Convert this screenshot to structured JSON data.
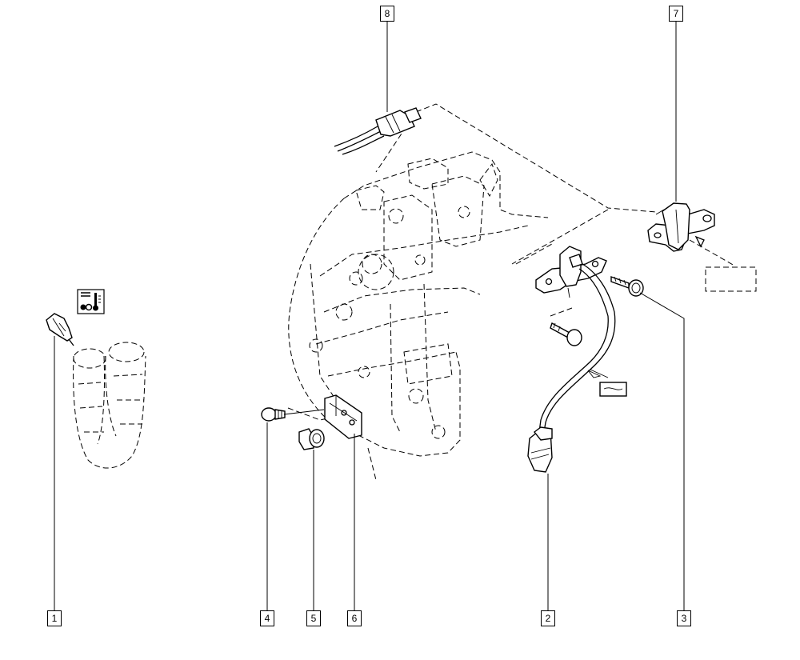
{
  "callouts": [
    {
      "id": "callout-1",
      "label": "1"
    },
    {
      "id": "callout-2",
      "label": "2"
    },
    {
      "id": "callout-3",
      "label": "3"
    },
    {
      "id": "callout-4",
      "label": "4"
    },
    {
      "id": "callout-5",
      "label": "5"
    },
    {
      "id": "callout-6",
      "label": "6"
    },
    {
      "id": "callout-7",
      "label": "7"
    },
    {
      "id": "callout-8",
      "label": "8"
    }
  ],
  "icons": {
    "temperature_coolant": "thermometer-coolant-icon",
    "reference_box_sensor": "reference-box-icon",
    "reference_box_harness": "harness-symbol-icon"
  },
  "colors": {
    "line": "#000000",
    "background": "#ffffff"
  }
}
